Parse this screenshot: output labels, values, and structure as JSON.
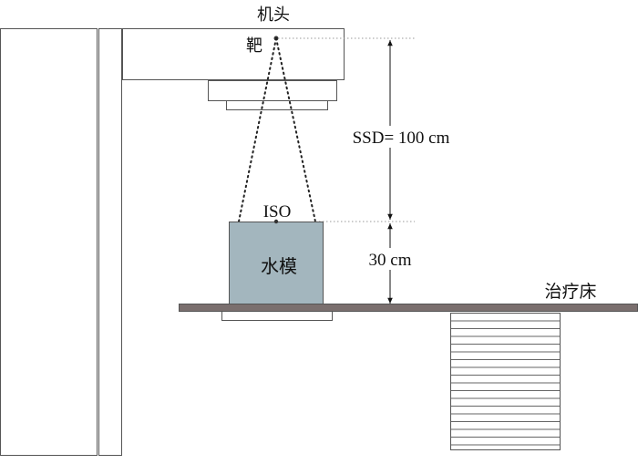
{
  "labels": {
    "head": "机头",
    "target": "靶",
    "iso": "ISO",
    "phantom": "水模",
    "ssd": "SSD= 100 cm",
    "depth": "30 cm",
    "couch": "治疗床"
  },
  "colors": {
    "outline": "#555555",
    "phantom_fill": "#a3b6be",
    "couch_fill": "#7a6f6e",
    "dot": "#333333",
    "text": "#111111"
  }
}
